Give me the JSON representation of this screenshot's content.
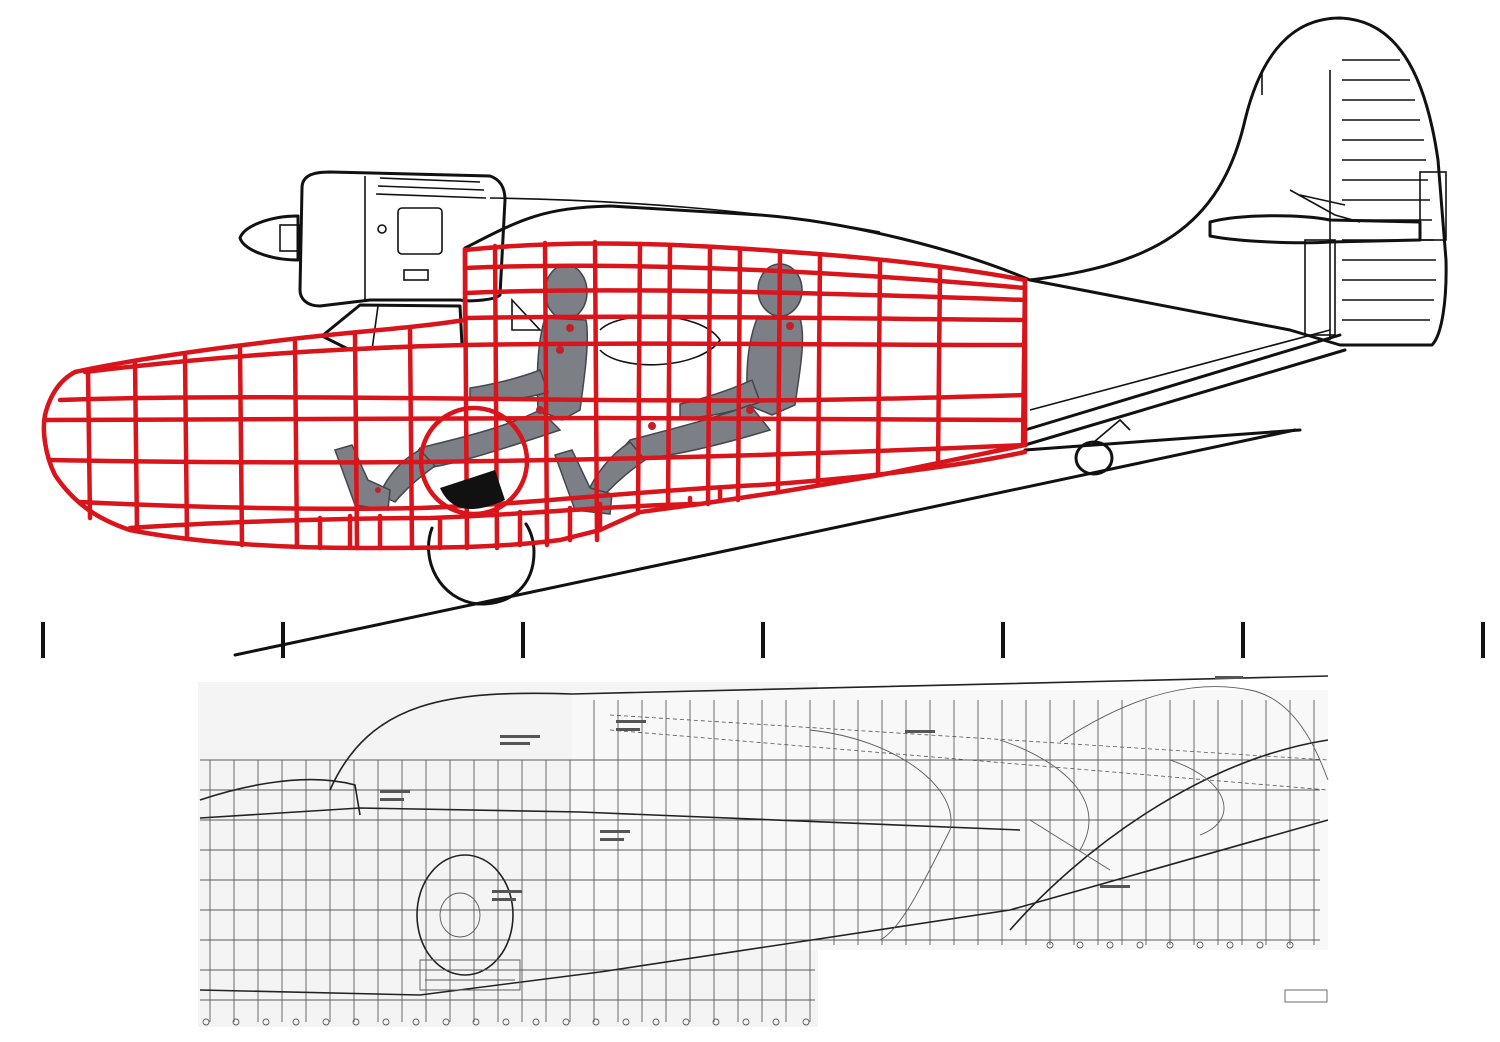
{
  "figure": {
    "upper_view": "airframe-side-profile",
    "lower_view": "structural-blueprint",
    "scale_ticks": 7
  },
  "colors": {
    "overlay_grid": "#d9141b",
    "line_art": "#111111",
    "mannequin": "#7d7f87",
    "blueprint_ink": "#5b5b5b"
  },
  "icons": [
    "propeller-spinner-icon",
    "landing-wheel-icon",
    "pilot-mannequin-icon",
    "passenger-mannequin-icon"
  ]
}
